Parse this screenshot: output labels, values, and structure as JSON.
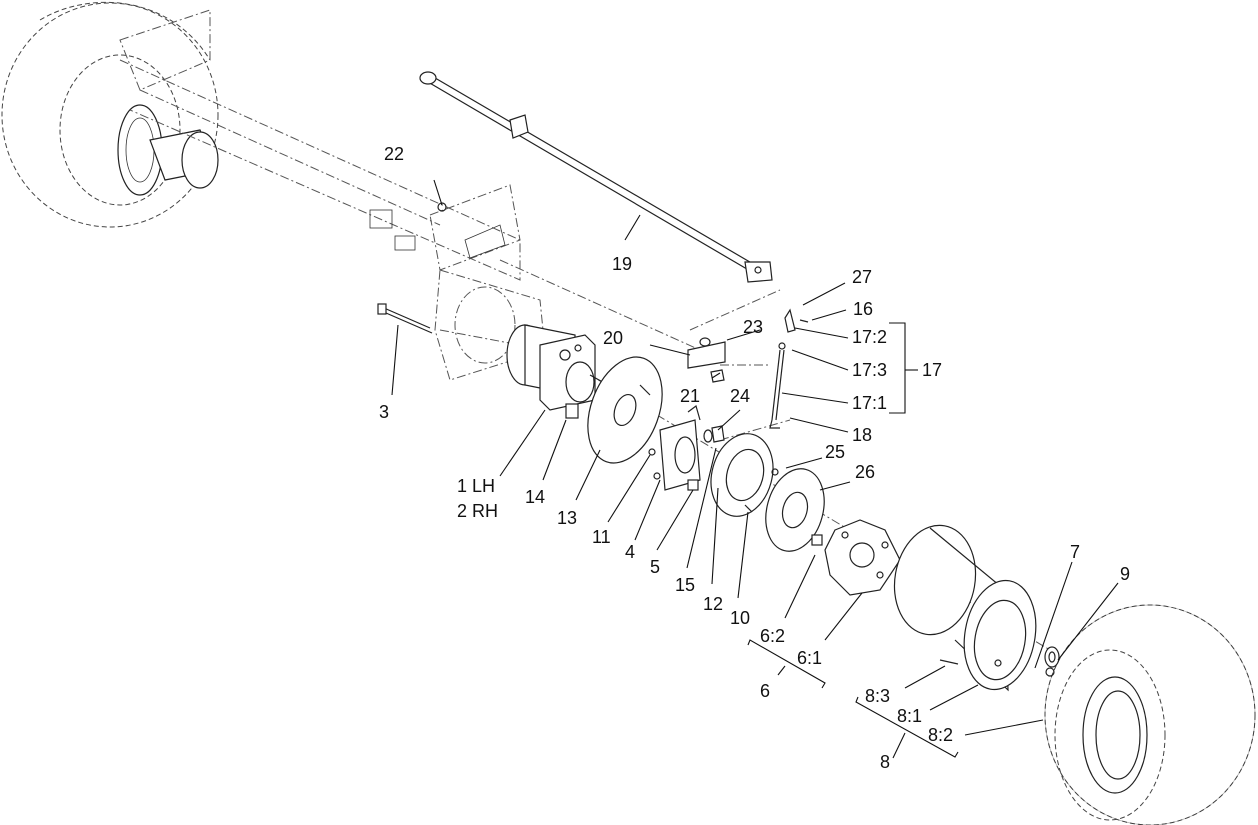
{
  "labels": {
    "l1": "1 LH",
    "l2": "2 RH",
    "l3": "3",
    "l4": "4",
    "l5": "5",
    "l6": "6",
    "l6_1": "6:1",
    "l6_2": "6:2",
    "l7": "7",
    "l8": "8",
    "l8_1": "8:1",
    "l8_2": "8:2",
    "l8_3": "8:3",
    "l9": "9",
    "l10": "10",
    "l11": "11",
    "l12": "12",
    "l13": "13",
    "l14": "14",
    "l15": "15",
    "l16": "16",
    "l17": "17",
    "l17_1": "17:1",
    "l17_2": "17:2",
    "l17_3": "17:3",
    "l18": "18",
    "l19": "19",
    "l20": "20",
    "l21": "21",
    "l22": "22",
    "l23": "23",
    "l24": "24",
    "l25": "25",
    "l26": "26",
    "l27": "27"
  }
}
